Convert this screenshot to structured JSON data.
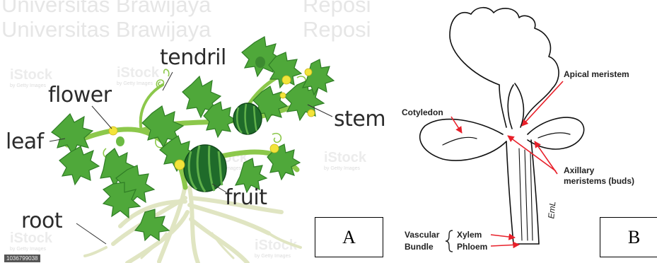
{
  "watermark": {
    "line1": "Universitas Brawijaya",
    "line1_right": "Reposi",
    "line2": "Universitas Brawijaya",
    "line2_right": "Reposi",
    "istock": "iStock",
    "istock_sub": "by Getty Images"
  },
  "panel_a": {
    "labels": {
      "tendril": "tendril",
      "flower": "flower",
      "stem": "stem",
      "leaf": "leaf",
      "fruit": "fruit",
      "root": "root"
    },
    "box_label": "A",
    "stock_id": "1036799038"
  },
  "panel_b": {
    "labels": {
      "apical_meristem": "Apical meristem",
      "cotyledon": "Cotyledon",
      "axillary_line1": "Axillary",
      "axillary_line2": "meristems (buds)",
      "vascular_line1": "Vascular",
      "vascular_line2": "Bundle",
      "xylem": "Xylem",
      "phloem": "Phloem",
      "signature": "EmL"
    },
    "box_label": "B"
  },
  "colors": {
    "leaf_green": "#4fa83a",
    "leaf_dark": "#2f7d25",
    "stem_green": "#8cc84b",
    "fruit_dark": "#1f6b2a",
    "fruit_stripe": "#5fb04a",
    "flower_yellow": "#f2e43a",
    "root": "#e4e8c8",
    "arrow_red": "#e8202a"
  }
}
